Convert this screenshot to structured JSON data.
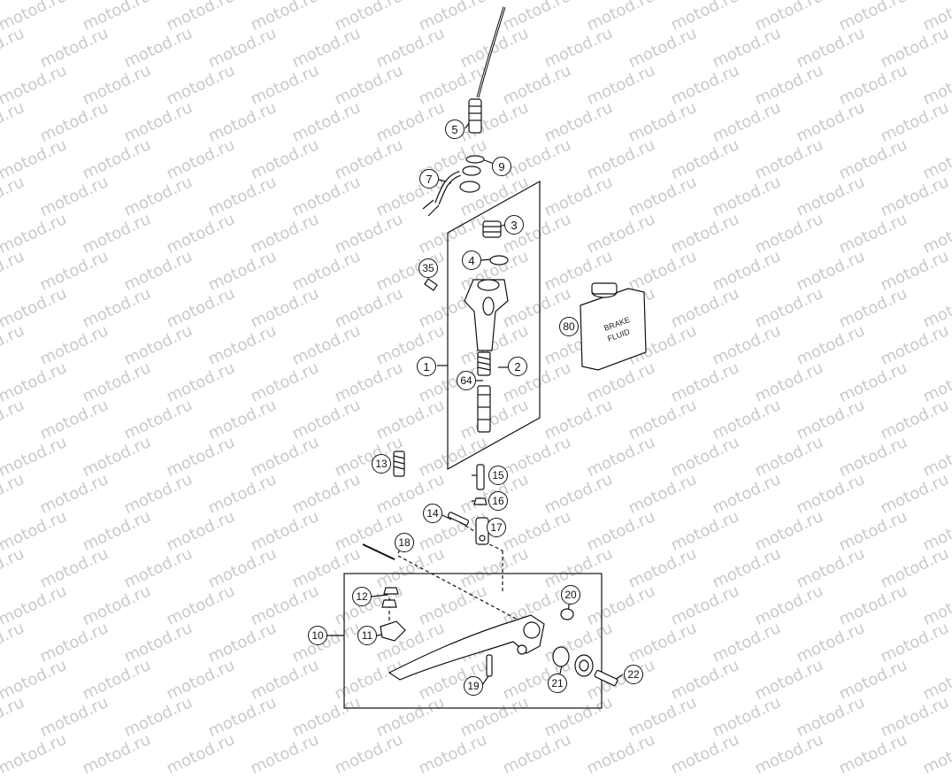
{
  "watermark": "motod.ru",
  "callouts": [
    {
      "n": "5"
    },
    {
      "n": "9"
    },
    {
      "n": "7"
    },
    {
      "n": "3"
    },
    {
      "n": "4"
    },
    {
      "n": "35"
    },
    {
      "n": "80"
    },
    {
      "n": "1"
    },
    {
      "n": "2"
    },
    {
      "n": "64"
    },
    {
      "n": "13"
    },
    {
      "n": "15"
    },
    {
      "n": "16"
    },
    {
      "n": "14"
    },
    {
      "n": "17"
    },
    {
      "n": "18"
    },
    {
      "n": "12"
    },
    {
      "n": "20"
    },
    {
      "n": "10"
    },
    {
      "n": "11"
    },
    {
      "n": "21"
    },
    {
      "n": "22"
    },
    {
      "n": "19"
    }
  ],
  "bottle_label": [
    "BRAKE",
    "FLUID"
  ],
  "colors": {
    "line": "#111111",
    "fill": "#ffffff",
    "shade": "#dddddd",
    "watermark": "#c9c9c9"
  }
}
